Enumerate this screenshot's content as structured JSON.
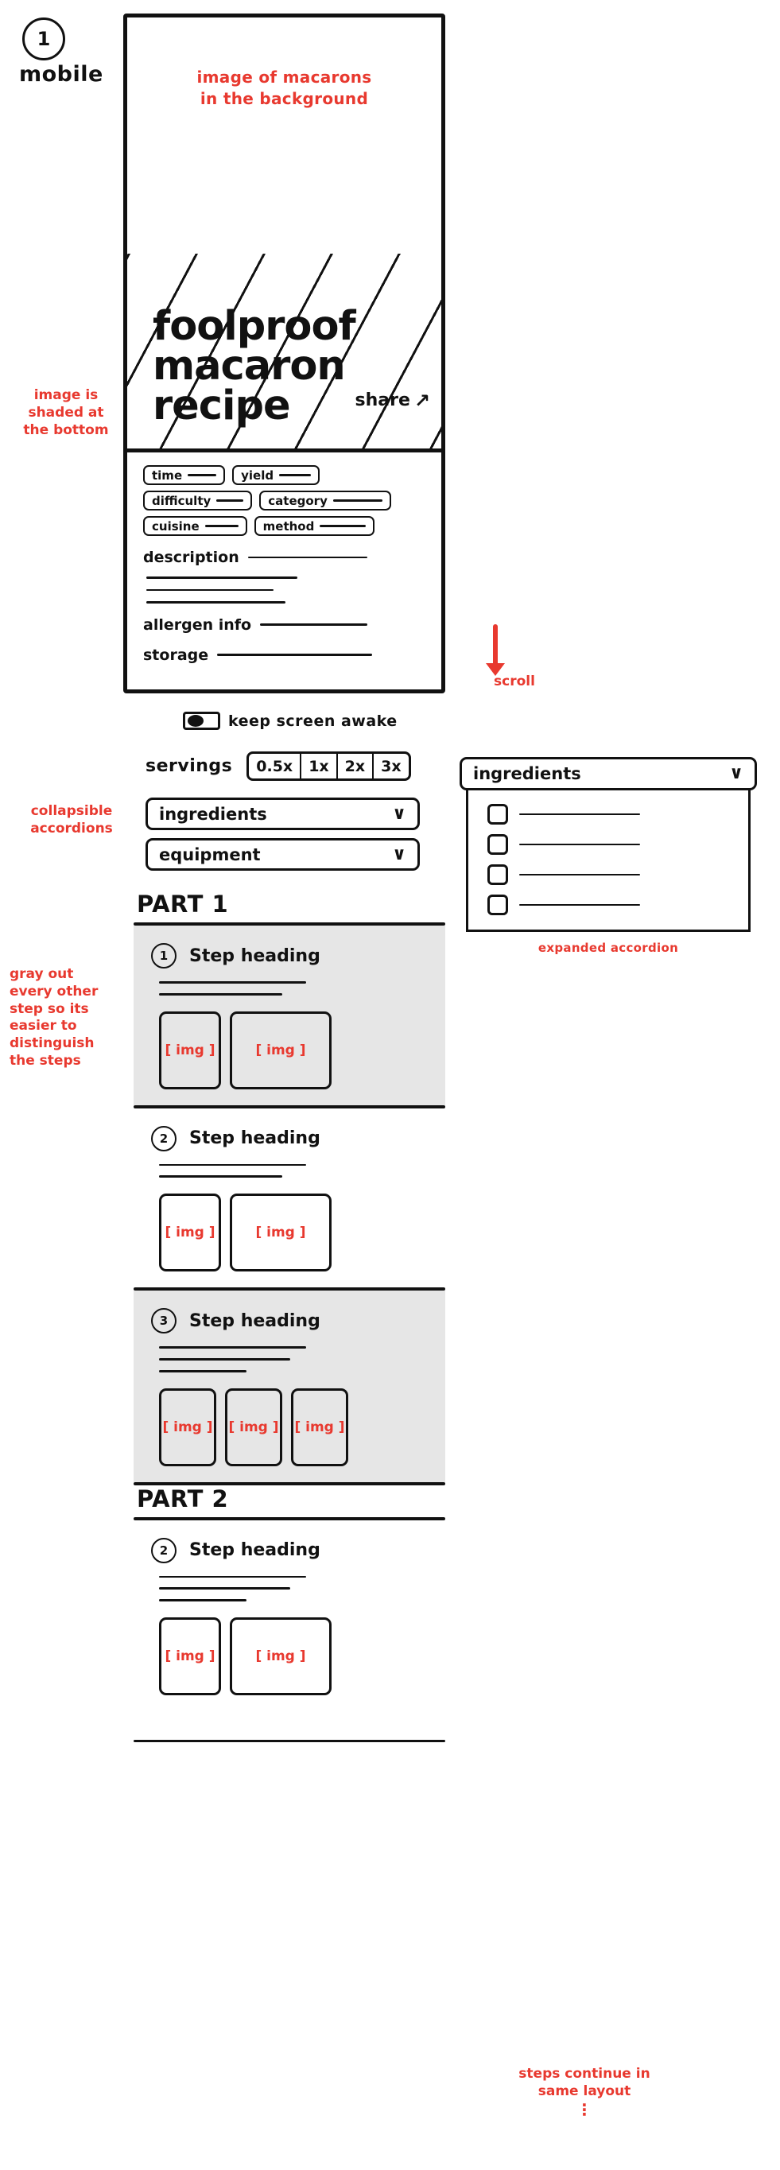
{
  "marker": {
    "number": "1",
    "label": "mobile"
  },
  "hero": {
    "placeholder_note": "image of macarons\nin the background",
    "title": "foolproof\nmacaron\nrecipe",
    "share_label": "share",
    "share_icon": "share-arrow-icon"
  },
  "meta_pills": [
    [
      {
        "label": "time",
        "rule": "rule-36"
      },
      {
        "label": "yield",
        "rule": "rule-40"
      }
    ],
    [
      {
        "label": "difficulty",
        "rule": "rule-34"
      },
      {
        "label": "category",
        "rule": "rule-62"
      }
    ],
    [
      {
        "label": "cuisine",
        "rule": "rule-42"
      },
      {
        "label": "method",
        "rule": "rule-58"
      }
    ]
  ],
  "fields": {
    "description": {
      "label": "description",
      "rule_width": 150
    },
    "body_lines": [
      190,
      160,
      175
    ],
    "allergen": {
      "label": "allergen info",
      "rule_width": 135
    },
    "storage": {
      "label": "storage",
      "rule_width": 195
    }
  },
  "awake_toggle": {
    "label": "keep screen awake",
    "state": "on"
  },
  "servings": {
    "label": "servings",
    "options": [
      "0.5x",
      "1x",
      "2x",
      "3x"
    ]
  },
  "accordions": [
    {
      "label": "ingredients",
      "chevron": "∨"
    },
    {
      "label": "equipment",
      "chevron": "∨"
    }
  ],
  "expanded_accordion": {
    "label": "ingredients",
    "chevron": "∨",
    "caption": "expanded accordion",
    "rows": [
      {
        "rule": 152
      },
      {
        "rule": 152
      },
      {
        "rule": 152
      },
      {
        "rule": 152
      }
    ]
  },
  "annotations": {
    "shaded": "image is\nshaded at\nthe bottom",
    "collapsible": "collapsible\naccordions",
    "grayout": "gray out\nevery other\nstep so its\neasier to\ndistinguish\nthe steps",
    "scroll": "scroll",
    "continue": "steps continue in\nsame layout",
    "continue_ellipsis": "⋮"
  },
  "img_placeholder": "[ img ]",
  "steps_sections": [
    {
      "part_title": "PART 1",
      "steps": [
        {
          "number": "1",
          "title": "Step heading",
          "shaded": true,
          "lines": [
            185,
            155
          ],
          "images": [
            "w1",
            "w2"
          ]
        },
        {
          "number": "2",
          "title": "Step heading",
          "shaded": false,
          "lines": [
            185,
            155
          ],
          "images": [
            "w1",
            "w2"
          ]
        },
        {
          "number": "3",
          "title": "Step heading",
          "shaded": true,
          "lines": [
            185,
            165,
            110
          ],
          "images": [
            "w3",
            "w3",
            "w3"
          ]
        }
      ]
    },
    {
      "part_title": "PART 2",
      "steps": [
        {
          "number": "2",
          "title": "Step heading",
          "shaded": false,
          "lines": [
            185,
            165,
            110
          ],
          "images": [
            "w1",
            "w2"
          ]
        }
      ]
    }
  ]
}
